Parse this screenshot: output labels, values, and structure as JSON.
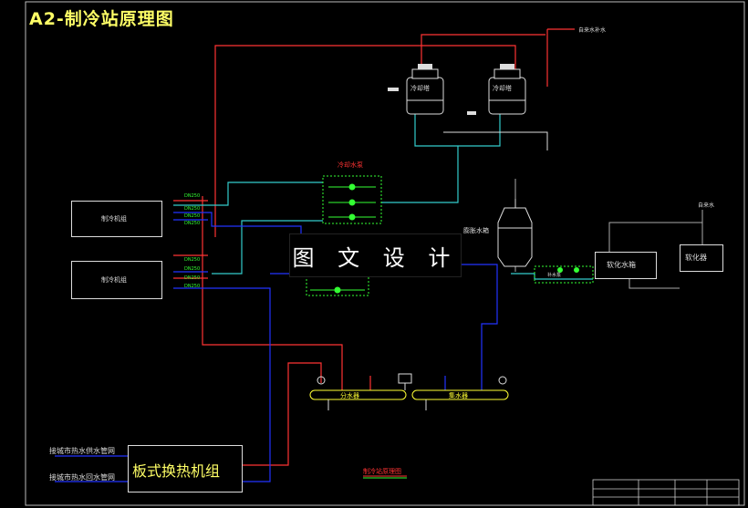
{
  "title": "A2-制冷站原理图",
  "watermark": "图 文 设 计",
  "labels": {
    "tower_1": "冷却塔",
    "tower_2": "冷却塔",
    "external_water": "自来水补水",
    "cooling_pump_group": "冷却水泵",
    "chiller_1": "制冷机组",
    "chiller_2": "制冷机组",
    "expansion_tank": "膨胀水箱",
    "softened_tank": "软化水箱",
    "softener": "软化器",
    "side_top_label": "自来水",
    "soft_pump": "补水泵",
    "supply_header": "分水器",
    "return_header": "集水器",
    "heat_exchanger": "板式换热机组",
    "city_supply": "接城市热水供水管网",
    "city_return": "接城市热水回水管网",
    "legend_title": "制冷站原理图",
    "dn1": "DN250",
    "dn2": "DN250",
    "dn3": "DN250",
    "dn4": "DN250",
    "dn5": "DN250",
    "dn6": "DN250",
    "dn7": "DN250",
    "dn8": "DN250"
  },
  "colors": {
    "red_pipe": "#ff3333",
    "cyan_pipe": "#33cccc",
    "blue_pipe": "#2233ff",
    "green": "#33ff33",
    "yellow": "#ffff33",
    "magenta": "#ff33ff",
    "white": "#e8e8e8"
  }
}
